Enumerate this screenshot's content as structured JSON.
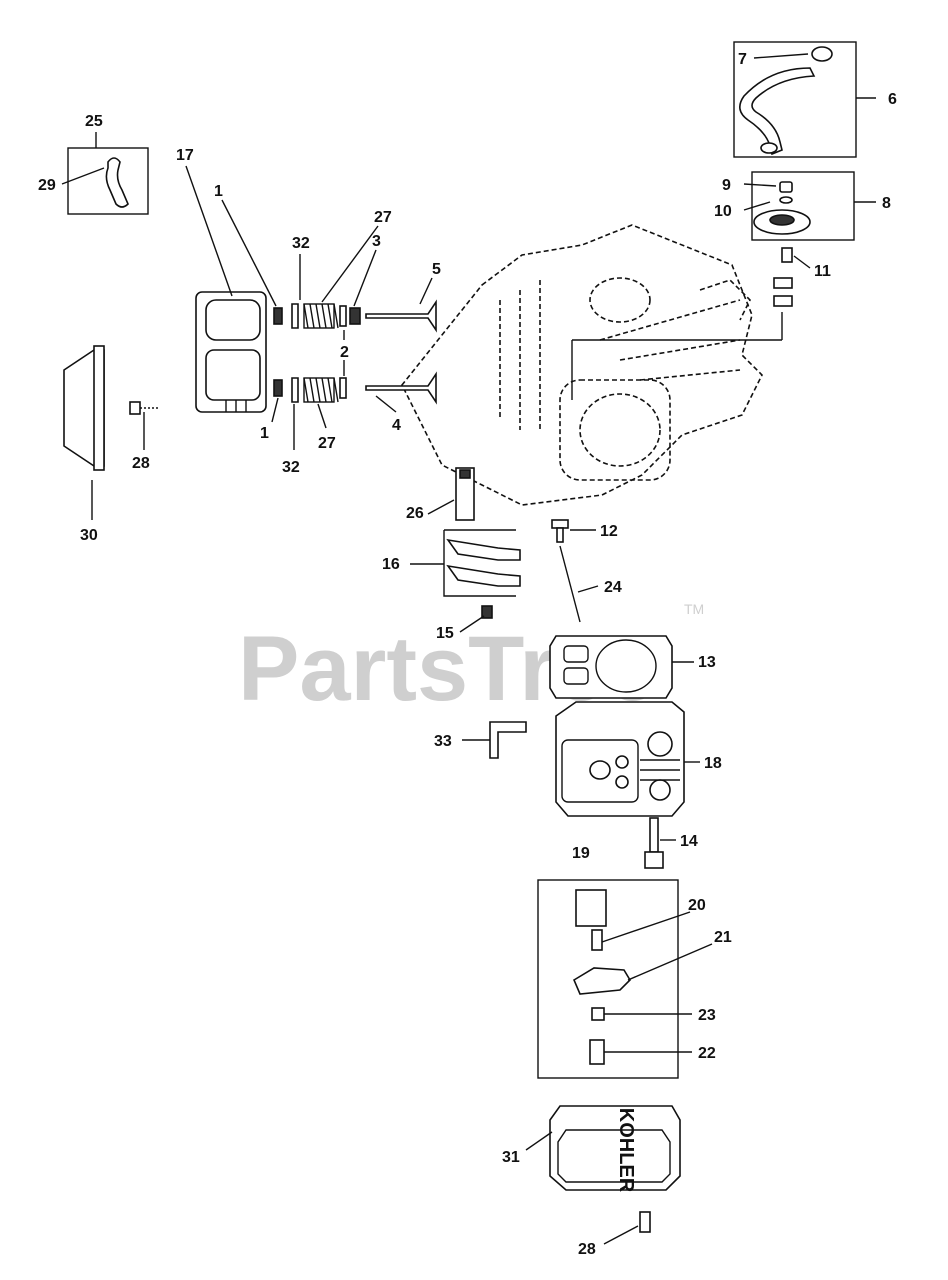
{
  "watermark": {
    "text": "PartsTree",
    "trademark": "TM"
  },
  "cover_emblem": "KOHLER",
  "callouts": [
    {
      "id": "c1a",
      "text": "1"
    },
    {
      "id": "c1b",
      "text": "1"
    },
    {
      "id": "c2",
      "text": "2"
    },
    {
      "id": "c3",
      "text": "3"
    },
    {
      "id": "c4",
      "text": "4"
    },
    {
      "id": "c5",
      "text": "5"
    },
    {
      "id": "c6",
      "text": "6"
    },
    {
      "id": "c7",
      "text": "7"
    },
    {
      "id": "c8",
      "text": "8"
    },
    {
      "id": "c9",
      "text": "9"
    },
    {
      "id": "c10",
      "text": "10"
    },
    {
      "id": "c11",
      "text": "11"
    },
    {
      "id": "c12",
      "text": "12"
    },
    {
      "id": "c13",
      "text": "13"
    },
    {
      "id": "c14",
      "text": "14"
    },
    {
      "id": "c15",
      "text": "15"
    },
    {
      "id": "c16",
      "text": "16"
    },
    {
      "id": "c17",
      "text": "17"
    },
    {
      "id": "c18",
      "text": "18"
    },
    {
      "id": "c19",
      "text": "19"
    },
    {
      "id": "c20",
      "text": "20"
    },
    {
      "id": "c21",
      "text": "21"
    },
    {
      "id": "c22",
      "text": "22"
    },
    {
      "id": "c23",
      "text": "23"
    },
    {
      "id": "c24",
      "text": "24"
    },
    {
      "id": "c25",
      "text": "25"
    },
    {
      "id": "c26",
      "text": "26"
    },
    {
      "id": "c27a",
      "text": "27"
    },
    {
      "id": "c27b",
      "text": "27"
    },
    {
      "id": "c28a",
      "text": "28"
    },
    {
      "id": "c28b",
      "text": "28"
    },
    {
      "id": "c29",
      "text": "29"
    },
    {
      "id": "c30",
      "text": "30"
    },
    {
      "id": "c31",
      "text": "31"
    },
    {
      "id": "c32a",
      "text": "32"
    },
    {
      "id": "c32b",
      "text": "32"
    },
    {
      "id": "c33",
      "text": "33"
    }
  ]
}
